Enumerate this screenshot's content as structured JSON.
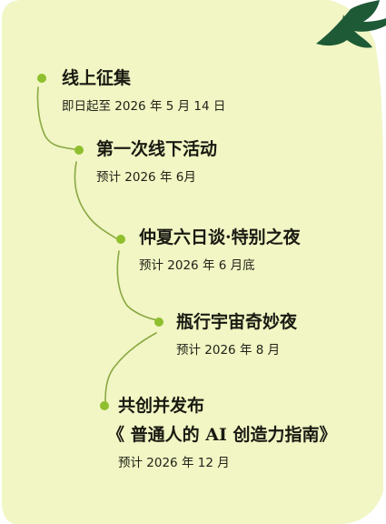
{
  "colors": {
    "background": "#f1f6c4",
    "accent_dot": "#8fbf2e",
    "connector": "#8aa843",
    "leaf": "#1f5a36",
    "text": "#1a1a12"
  },
  "decoration": {
    "corner_icon": "leaf-sprig-icon"
  },
  "timeline": {
    "items": [
      {
        "title": "线上征集",
        "date": "即日起至 2026 年 5 月 14 日"
      },
      {
        "title": "第一次线下活动",
        "date": "预计 2026 年 6月"
      },
      {
        "title": "仲夏六日谈·特别之夜",
        "date": "预计 2026 年 6 月底"
      },
      {
        "title": "瓶行宇宙奇妙夜",
        "date": "预计 2026 年 8 月"
      },
      {
        "title": "共创并发布",
        "title_line2": "《 普通人的 AI 创造力指南》",
        "date": "预计 2026 年 12 月"
      }
    ]
  }
}
